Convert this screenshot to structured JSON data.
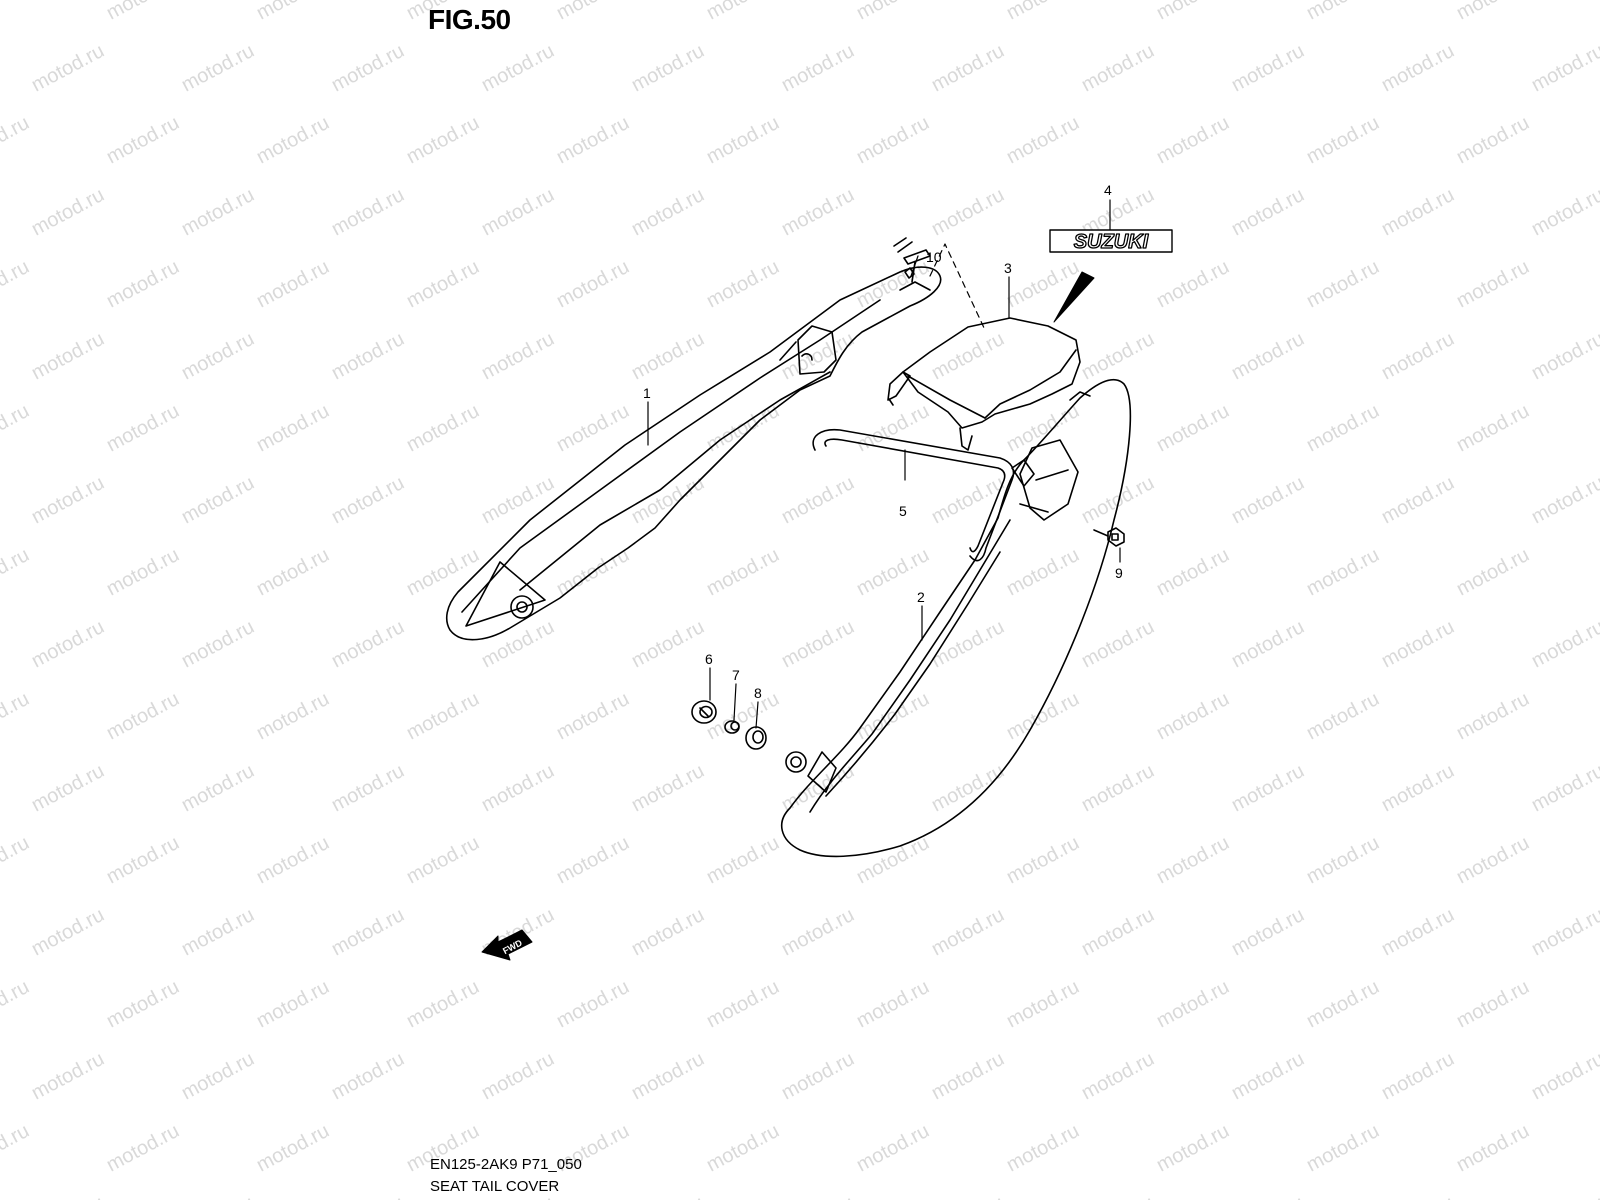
{
  "figure": {
    "title": "FIG.50",
    "model_code": "EN125-2AK9 P71_050",
    "caption": "SEAT TAIL COVER"
  },
  "watermark": "motod.ru",
  "logo_text": "SUZUKI",
  "fwd_label": "FWD",
  "callouts": [
    "1",
    "2",
    "3",
    "4",
    "5",
    "6",
    "7",
    "8",
    "9",
    "10"
  ]
}
